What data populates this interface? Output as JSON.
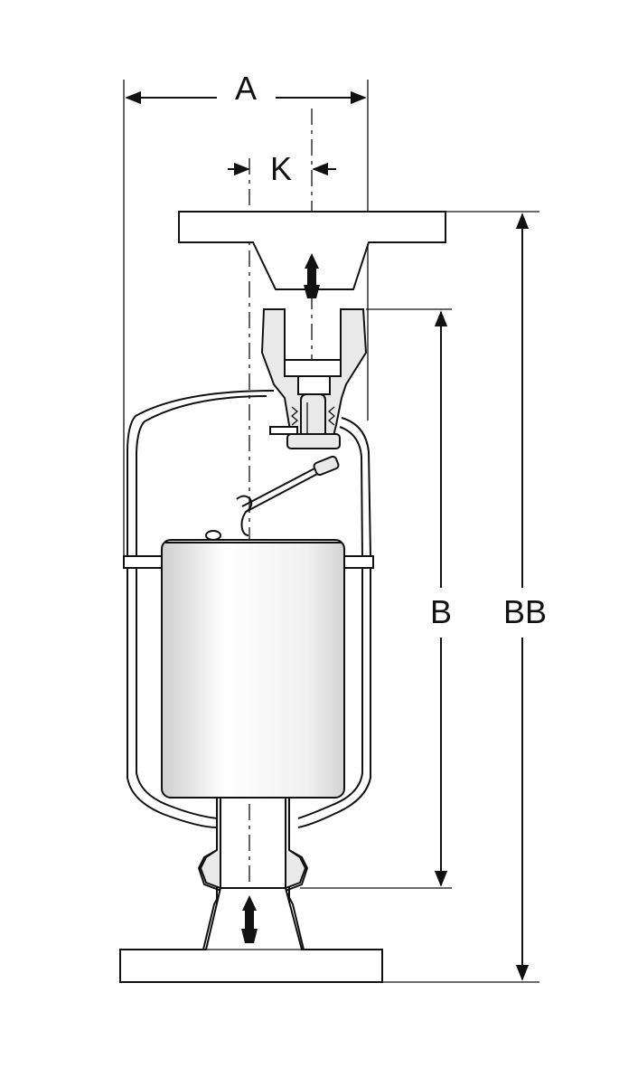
{
  "diagram": {
    "labels": {
      "width_overall": "A",
      "offset": "K",
      "height_inner": "B",
      "height_overall": "BB"
    },
    "colors": {
      "line": "#111111",
      "body_fill": "#e9e9e9",
      "float_fill": "#ffffff"
    }
  }
}
